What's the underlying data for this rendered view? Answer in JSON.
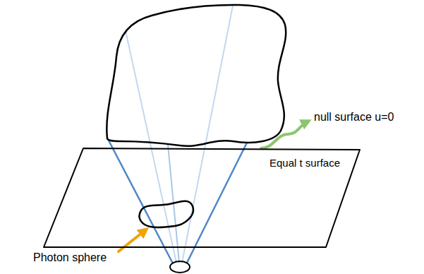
{
  "diagram": {
    "nodes": [
      {
        "text": [
          "Equal t surface"
        ]
      }
    ],
    "labels": [
      "null surface u=0",
      "Photon sphere"
    ]
  }
}
